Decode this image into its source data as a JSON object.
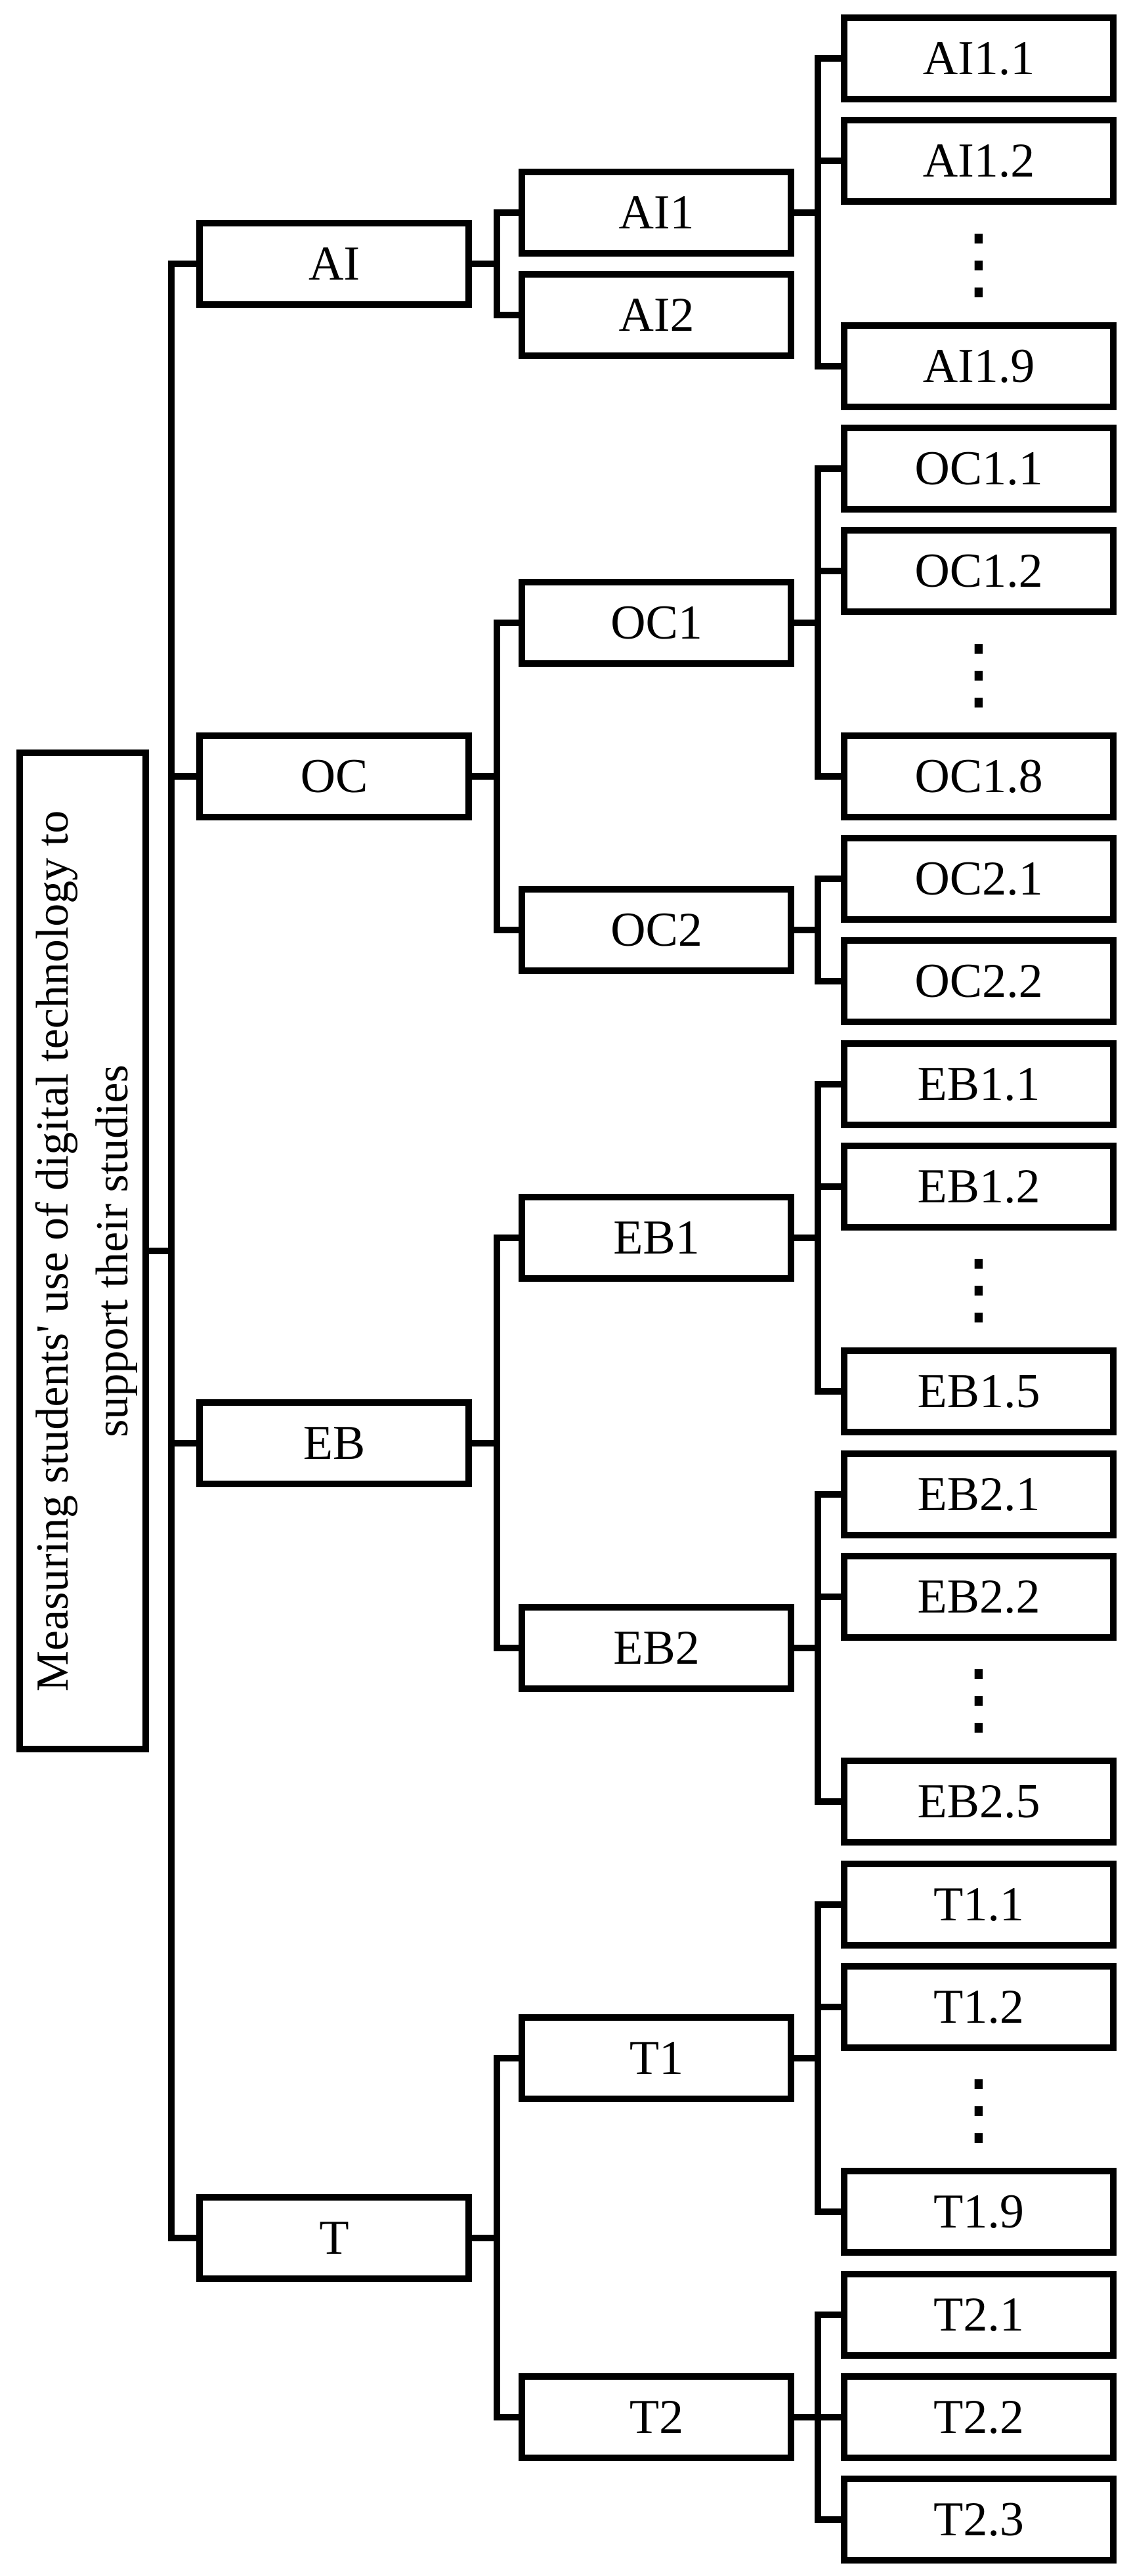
{
  "diagram": {
    "title": "Measurement model tree diagram",
    "colors": {
      "background": "#ffffff",
      "line": "#000000",
      "box_fill": "#ffffff",
      "text": "#000000"
    },
    "root": {
      "label": "Measuring students' use of digital technology to support their studies",
      "lines": [
        "Measuring students' use of digital technology to",
        "support their studies"
      ]
    },
    "branches": [
      {
        "label": "AI",
        "children": [
          {
            "label": "AI1",
            "rows": [
              {
                "kind": "box",
                "label": "AI1.1"
              },
              {
                "kind": "box",
                "label": "AI1.2"
              },
              {
                "kind": "ellipsis",
                "label": "⋮"
              },
              {
                "kind": "box",
                "label": "AI1.9"
              }
            ]
          },
          {
            "label": "AI2",
            "rows": []
          }
        ]
      },
      {
        "label": "OC",
        "children": [
          {
            "label": "OC1",
            "rows": [
              {
                "kind": "box",
                "label": "OC1.1"
              },
              {
                "kind": "box",
                "label": "OC1.2"
              },
              {
                "kind": "ellipsis",
                "label": "⋮"
              },
              {
                "kind": "box",
                "label": "OC1.8"
              }
            ]
          },
          {
            "label": "OC2",
            "rows": [
              {
                "kind": "box",
                "label": "OC2.1"
              },
              {
                "kind": "box",
                "label": "OC2.2"
              }
            ]
          }
        ]
      },
      {
        "label": "EB",
        "children": [
          {
            "label": "EB1",
            "rows": [
              {
                "kind": "box",
                "label": "EB1.1"
              },
              {
                "kind": "box",
                "label": "EB1.2"
              },
              {
                "kind": "ellipsis",
                "label": "⋮"
              },
              {
                "kind": "box",
                "label": "EB1.5"
              }
            ]
          },
          {
            "label": "EB2",
            "rows": [
              {
                "kind": "box",
                "label": "EB2.1"
              },
              {
                "kind": "box",
                "label": "EB2.2"
              },
              {
                "kind": "ellipsis",
                "label": "⋮"
              },
              {
                "kind": "box",
                "label": "EB2.5"
              }
            ]
          }
        ]
      },
      {
        "label": "T",
        "children": [
          {
            "label": "T1",
            "rows": [
              {
                "kind": "box",
                "label": "T1.1"
              },
              {
                "kind": "box",
                "label": "T1.2"
              },
              {
                "kind": "ellipsis",
                "label": "⋮"
              },
              {
                "kind": "box",
                "label": "T1.9"
              }
            ]
          },
          {
            "label": "T2",
            "rows": [
              {
                "kind": "box",
                "label": "T2.1"
              },
              {
                "kind": "box",
                "label": "T2.2"
              },
              {
                "kind": "box",
                "label": "T2.3"
              }
            ]
          }
        ]
      }
    ]
  }
}
